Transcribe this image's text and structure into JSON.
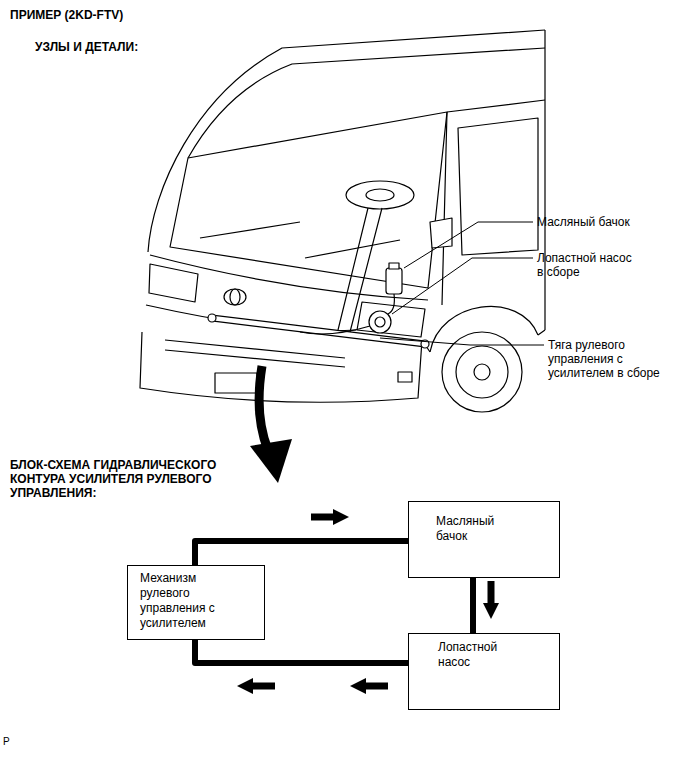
{
  "diagram": {
    "title": "ПРИМЕР (2KD-FTV)",
    "nodes": [
      {
        "text": [
          "Масляный бачок"
        ]
      },
      {
        "text": [
          "Механизм рулевого управления с усилителем"
        ]
      },
      {
        "text": [
          "Лопастной насос"
        ]
      }
    ],
    "edges": [
      {
        "from": 1,
        "to": 0,
        "arrow": "to"
      },
      {
        "from": 0,
        "to": 2,
        "arrow": "to"
      },
      {
        "from": 2,
        "to": 1,
        "arrow": "to"
      }
    ],
    "labels": [
      "УЗЛЫ И ДЕТАЛИ:",
      "Масляный бачок",
      "Лопастной насос в сборе",
      "Тяга рулевого управления с усилителем в сборе",
      "БЛОК-СХЕМА ГИДРАВЛИЧЕСКОГО КОНТУРА УСИЛИТЕЛЯ РУЛЕВОГО УПРАВЛЕНИЯ:",
      "P"
    ]
  }
}
